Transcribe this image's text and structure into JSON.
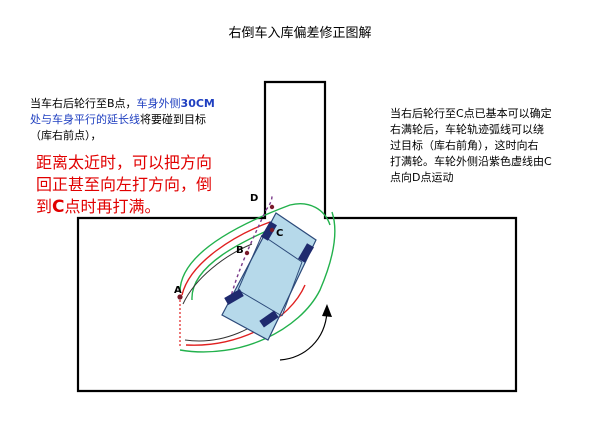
{
  "title": "右倒车入库偏差修正图解",
  "note_left": {
    "line1": "当车右后轮行至B点，",
    "highlight_prefix": "车身外侧",
    "highlight_value": "30CM",
    "line2_hl": "处与车身平行的延长线",
    "line2_rest": "将要碰到目标",
    "line3": "（库右前点），"
  },
  "warning": {
    "line1": "距离太近时，可以把方向",
    "line2": "回正甚至向左打方向，倒",
    "line3_prefix": "到",
    "line3_point": "C",
    "line3_rest": "点时再打满。"
  },
  "note_right": {
    "line1": "当右后轮行至C点已基本可以确定",
    "line2": "右满轮后，车轮轨迹弧线可以绕",
    "line3": "过目标（库右前角），这时向右",
    "line4": "打满轮。车轮外侧沿紫色虚线由C",
    "line5": "点向D点运动"
  },
  "point_labels": {
    "a": "A",
    "b": "B",
    "c": "C",
    "d": "D"
  },
  "colors": {
    "title_text": "#000000",
    "body_text": "#000000",
    "highlight_text": "#1f3fc0",
    "warning_text": "#e10000",
    "wall_line": "#000000",
    "car_body": "#b6d9ea",
    "car_outline": "#2c4a7a",
    "wheel": "#1e2a6e",
    "green_track": "#22b14c",
    "red_track": "#e02020",
    "purple_dashed": "#7a3a8a",
    "point_dot": "#7a1a2a",
    "arrow": "#000000"
  }
}
